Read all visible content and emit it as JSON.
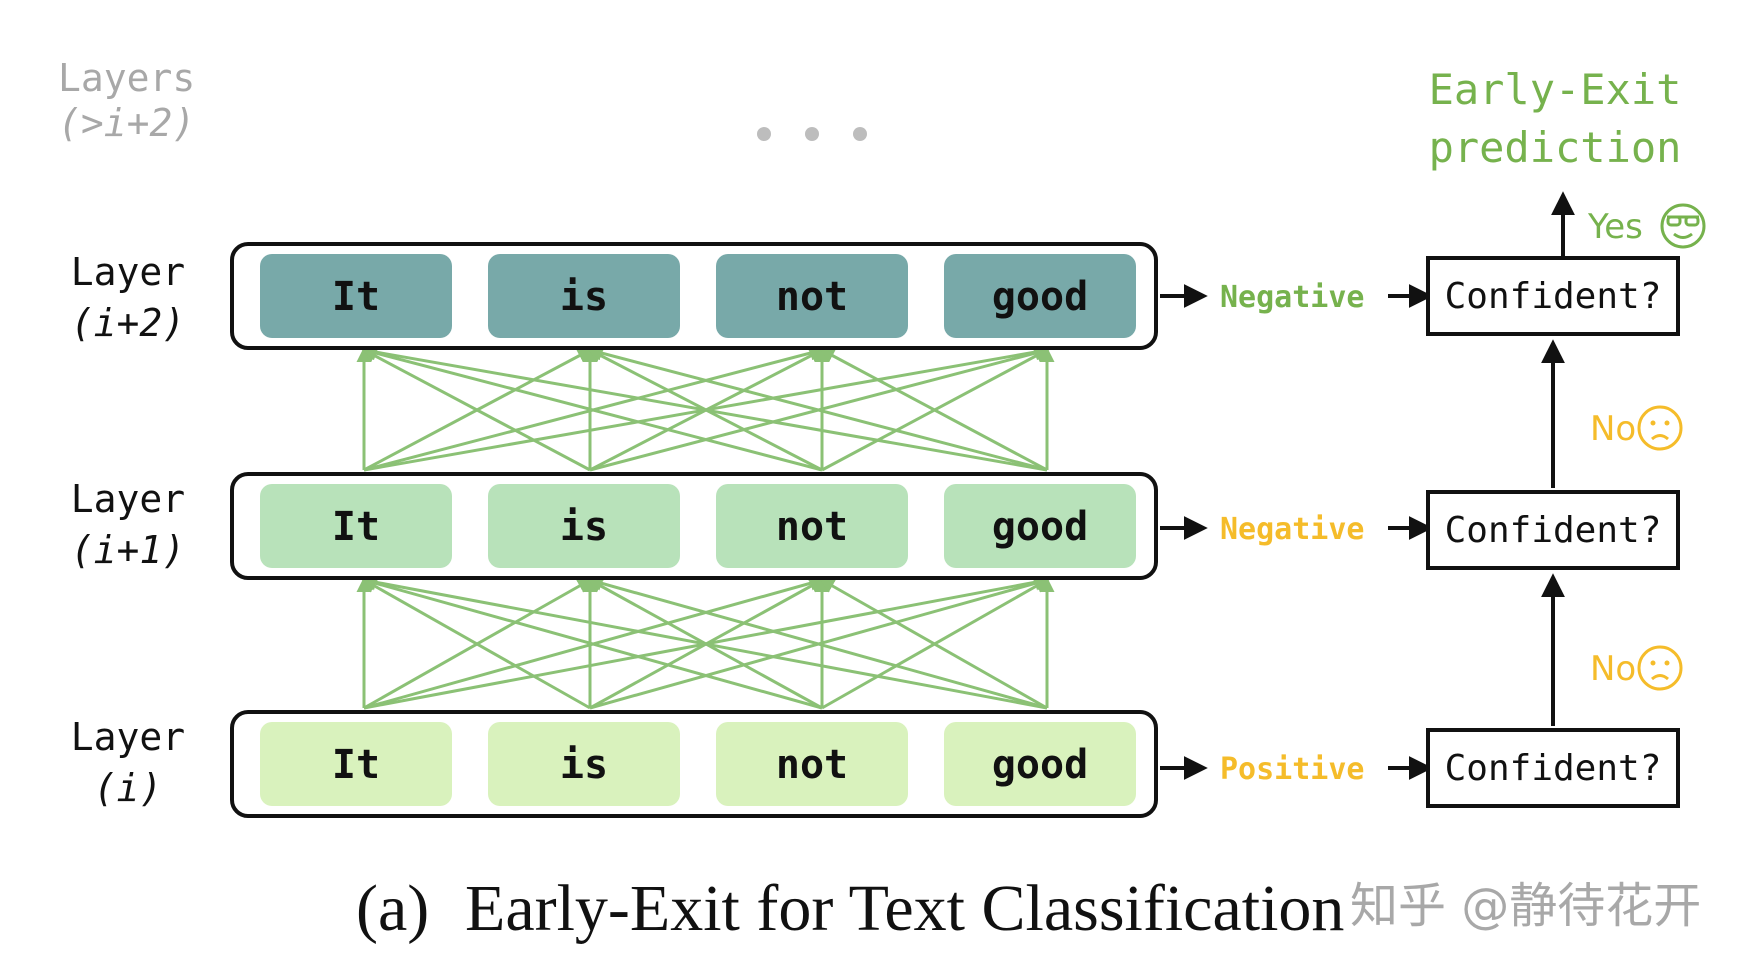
{
  "colors": {
    "layer_top": "#78a9a9",
    "layer_mid": "#b8e2ba",
    "layer_bot": "#d9f2bd",
    "connection": "#8bc175",
    "green_text": "#76b24d",
    "yellow_text": "#f5bc2a",
    "grey_text": "#a8a8a8"
  },
  "layers_above": {
    "line1": "Layers",
    "line2": "(>i+2)",
    "ellipsis": "• • •"
  },
  "layers": [
    {
      "label1": "Layer",
      "label2": "(i+2)",
      "tokens": [
        "It",
        "is",
        "not",
        "good"
      ],
      "prediction": "Negative",
      "prediction_color": "green",
      "fill": "layer_top"
    },
    {
      "label1": "Layer",
      "label2": "(i+1)",
      "tokens": [
        "It",
        "is",
        "not",
        "good"
      ],
      "prediction": "Negative",
      "prediction_color": "yellow",
      "fill": "layer_mid"
    },
    {
      "label1": "Layer",
      "label2": "(i)",
      "tokens": [
        "It",
        "is",
        "not",
        "good"
      ],
      "prediction": "Positive",
      "prediction_color": "yellow",
      "fill": "layer_bot"
    }
  ],
  "confidence_label": "Confident?",
  "answers": {
    "yes": "Yes",
    "no": "No"
  },
  "icons": {
    "yes": "cool-face-icon",
    "no": "sad-face-icon"
  },
  "early_exit": {
    "line1": "Early-Exit",
    "line2": "prediction"
  },
  "caption": {
    "tag": "(a)",
    "text": "Early-Exit for Text Classification"
  },
  "watermark": "知乎 @静待花开"
}
